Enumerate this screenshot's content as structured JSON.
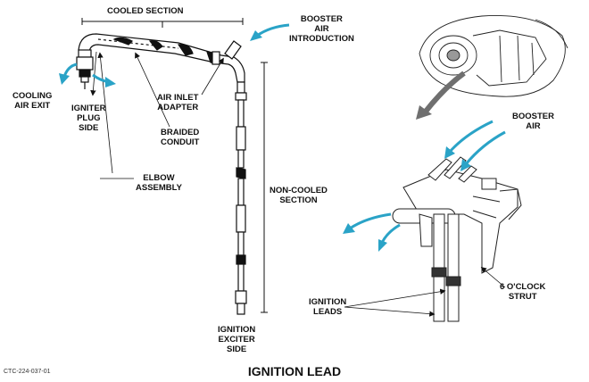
{
  "title": "IGNITION LEAD",
  "figure_code": "CTC-224-037-01",
  "labels": {
    "cooled_section": "COOLED SECTION",
    "booster_air_introduction": "BOOSTER\nAIR\nINTRODUCTION",
    "cooling_air_exit": "COOLING\nAIR EXIT",
    "igniter_plug_side": "IGNITER\nPLUG\nSIDE",
    "air_inlet_adapter": "AIR INLET\nADAPTER",
    "braided_conduit": "BRAIDED\nCONDUIT",
    "elbow_assembly": "ELBOW\nASSEMBLY",
    "non_cooled_section": "NON-COOLED\nSECTION",
    "ignition_exciter_side": "IGNITION\nEXCITER\nSIDE",
    "booster_air": "BOOSTER\nAIR",
    "six_oclock_strut": "6 O'CLOCK\nSTRUT",
    "ignition_leads": "IGNITION\nLEADS"
  },
  "colors": {
    "arrow_blue": "#2aa3c7",
    "line": "#111111",
    "arrow_grey": "#6f6f6f"
  }
}
